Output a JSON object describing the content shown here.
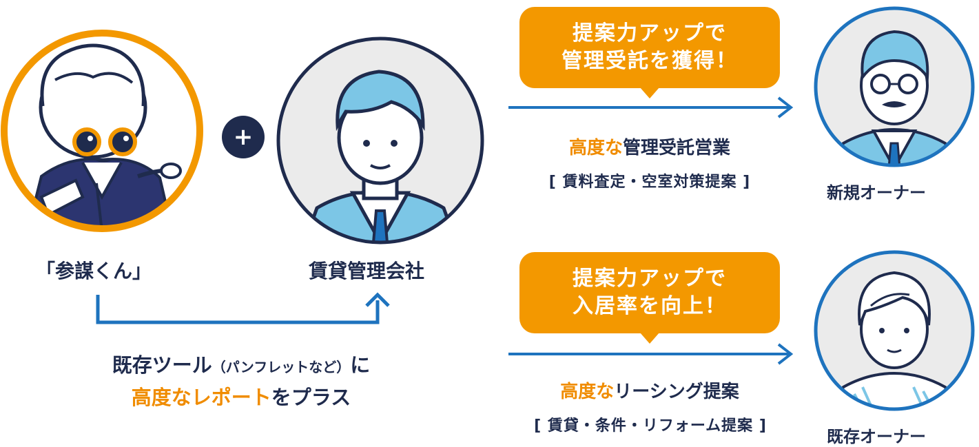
{
  "left": {
    "sanbou_label": "「参謀くん」",
    "plus_symbol": "+",
    "company_label": "賃貸管理会社",
    "tool_line1_a": "既存ツール",
    "tool_line1_b": "（パンフレットなど）",
    "tool_line1_c": "に",
    "tool_line2_highlight": "高度なレポート",
    "tool_line2_rest": "をプラス"
  },
  "top_route": {
    "bubble_line1": "提案力アップで",
    "bubble_line2": "管理受託を獲得！",
    "heading_highlight": "高度な",
    "heading_rest": "管理受託営業",
    "detail": "[ 賃料査定・空室対策提案 ]",
    "owner_label": "新規オーナー"
  },
  "bottom_route": {
    "bubble_line1": "提案力アップで",
    "bubble_line2": "入居率を向上！",
    "heading_highlight": "高度な",
    "heading_rest": "リーシング提案",
    "detail": "[ 賃貸・条件・リフォーム提案 ]",
    "owner_label": "既存オーナー"
  },
  "colors": {
    "orange": "#f39800",
    "navy": "#1f2b4d",
    "blue": "#1e73be",
    "hair_blue": "#7cc6e6"
  }
}
